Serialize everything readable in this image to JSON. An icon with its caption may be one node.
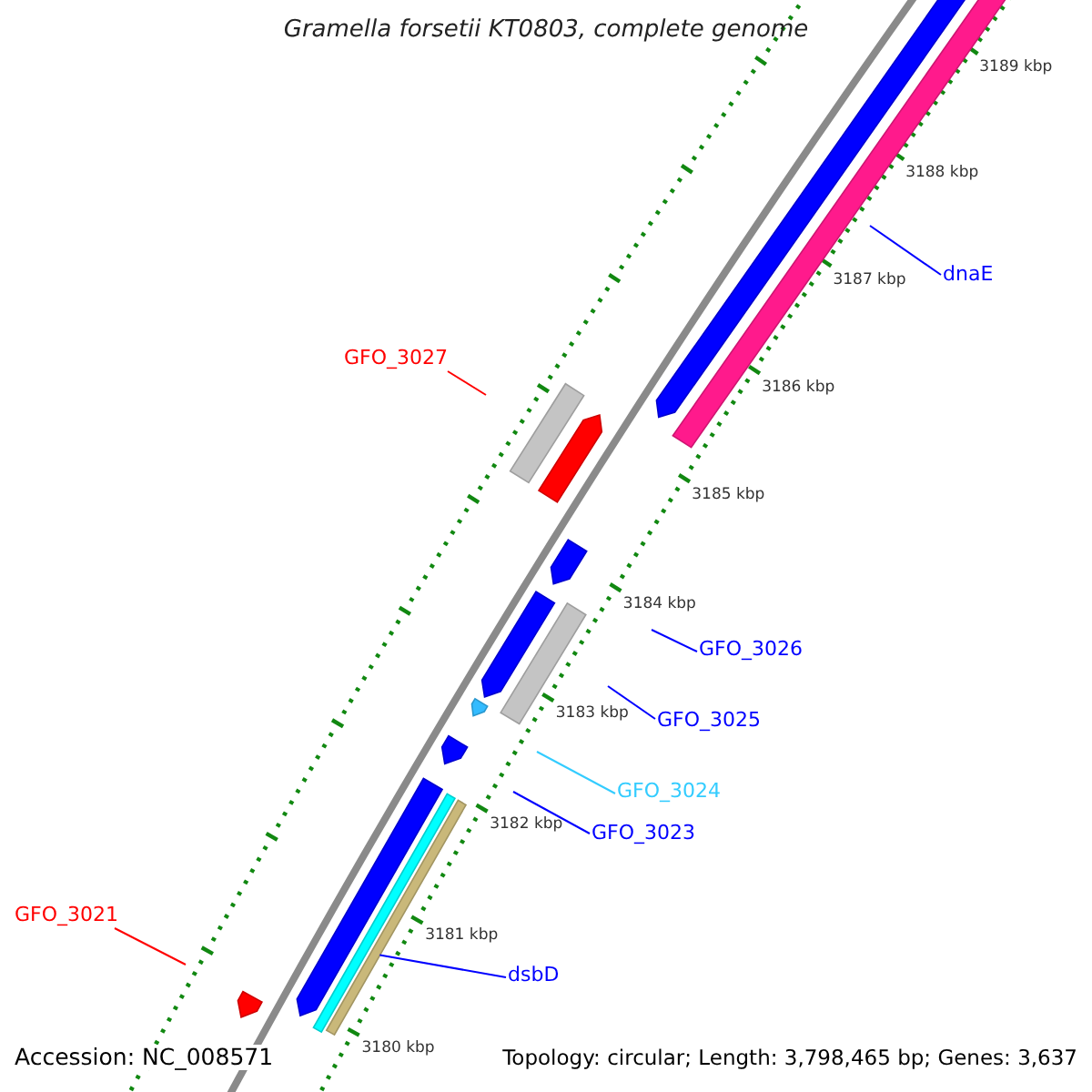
{
  "diagram": {
    "title": "Gramella forsetii KT0803, complete genome",
    "nodes": [
      {
        "text": [
          "dnaE"
        ]
      },
      {
        "text": [
          "GFO_3027"
        ]
      },
      {
        "text": [
          "GFO_3026"
        ]
      },
      {
        "text": [
          "GFO_3025"
        ]
      },
      {
        "text": [
          "GFO_3024"
        ]
      },
      {
        "text": [
          "GFO_3023"
        ]
      },
      {
        "text": [
          "dsbD"
        ]
      },
      {
        "text": [
          "GFO_3021"
        ]
      },
      {
        "text": [],
        "shape": "bar"
      }
    ],
    "edges": [
      {
        "from": 0,
        "to": null,
        "arrow": "none"
      },
      {
        "from": 1,
        "to": null,
        "arrow": "none",
        "color": "#ff0000"
      },
      {
        "from": 2,
        "to": null,
        "arrow": "none"
      },
      {
        "from": 3,
        "to": null,
        "arrow": "none"
      },
      {
        "from": 4,
        "to": null,
        "arrow": "none",
        "color": "#33ccff"
      },
      {
        "from": 5,
        "to": null,
        "arrow": "none"
      },
      {
        "from": 6,
        "to": 8,
        "arrow": "none"
      },
      {
        "from": 7,
        "to": null,
        "arrow": "none",
        "color": "#ff0000"
      }
    ],
    "labels": [
      "3189 kbp",
      "3188 kbp",
      "3187 kbp",
      "3186 kbp",
      "3185 kbp",
      "3184 kbp",
      "3183 kbp",
      "3182 kbp",
      "3181 kbp",
      "3180 kbp",
      "Accession: NC_008571",
      "Topology: circular; Length: 3,798,465 bp; Genes: 3,637"
    ]
  }
}
